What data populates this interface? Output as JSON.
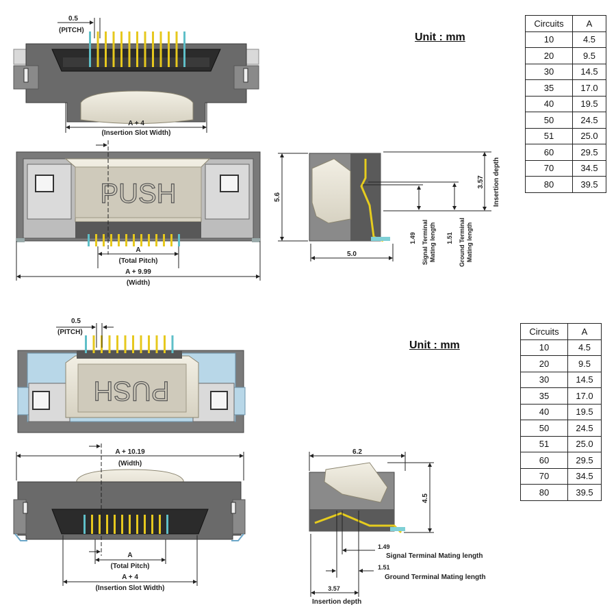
{
  "top": {
    "unit_label": "Unit : mm",
    "table": {
      "headers": [
        "Circuits",
        "A"
      ],
      "rows": [
        [
          "10",
          "4.5"
        ],
        [
          "20",
          "9.5"
        ],
        [
          "30",
          "14.5"
        ],
        [
          "35",
          "17.0"
        ],
        [
          "40",
          "19.5"
        ],
        [
          "50",
          "24.5"
        ],
        [
          "51",
          "25.0"
        ],
        [
          "60",
          "29.5"
        ],
        [
          "70",
          "34.5"
        ],
        [
          "80",
          "39.5"
        ]
      ]
    },
    "front": {
      "pitch_value": "0.5",
      "pitch_label": "(PITCH)",
      "slot_value": "A + 4",
      "slot_label": "(Insertion Slot Width)"
    },
    "topview": {
      "push_text": "PUSH",
      "a_value": "A",
      "a_label": "(Total Pitch)",
      "width_value": "A + 9.99",
      "width_label": "(Width)"
    },
    "side": {
      "height": "5.6",
      "depth": "5.0",
      "insertion_value": "3.57",
      "insertion_label": "Insertion depth",
      "signal_value": "1.49",
      "signal_label_1": "Signal Terminal",
      "signal_label_2": "Mating length",
      "ground_value": "1.51",
      "ground_label_1": "Ground Terminal",
      "ground_label_2": "Mating length"
    }
  },
  "bottom": {
    "unit_label": "Unit : mm",
    "table": {
      "headers": [
        "Circuits",
        "A"
      ],
      "rows": [
        [
          "10",
          "4.5"
        ],
        [
          "20",
          "9.5"
        ],
        [
          "30",
          "14.5"
        ],
        [
          "35",
          "17.0"
        ],
        [
          "40",
          "19.5"
        ],
        [
          "50",
          "24.5"
        ],
        [
          "51",
          "25.0"
        ],
        [
          "60",
          "29.5"
        ],
        [
          "70",
          "34.5"
        ],
        [
          "80",
          "39.5"
        ]
      ]
    },
    "topview": {
      "pitch_value": "0.5",
      "pitch_label": "(PITCH)",
      "push_text": "PUSH"
    },
    "front": {
      "width_value": "A + 10.19",
      "width_label": "(Width)",
      "a_value": "A",
      "a_label": "(Total Pitch)",
      "slot_value": "A + 4",
      "slot_label": "(Insertion Slot Width)"
    },
    "side": {
      "depth": "6.2",
      "height": "4.5",
      "signal_value": "1.49",
      "signal_label": "Signal Terminal Mating length",
      "ground_value": "1.51",
      "ground_label": "Ground Terminal Mating length",
      "insertion_value": "3.57",
      "insertion_label": "Insertion depth"
    }
  }
}
